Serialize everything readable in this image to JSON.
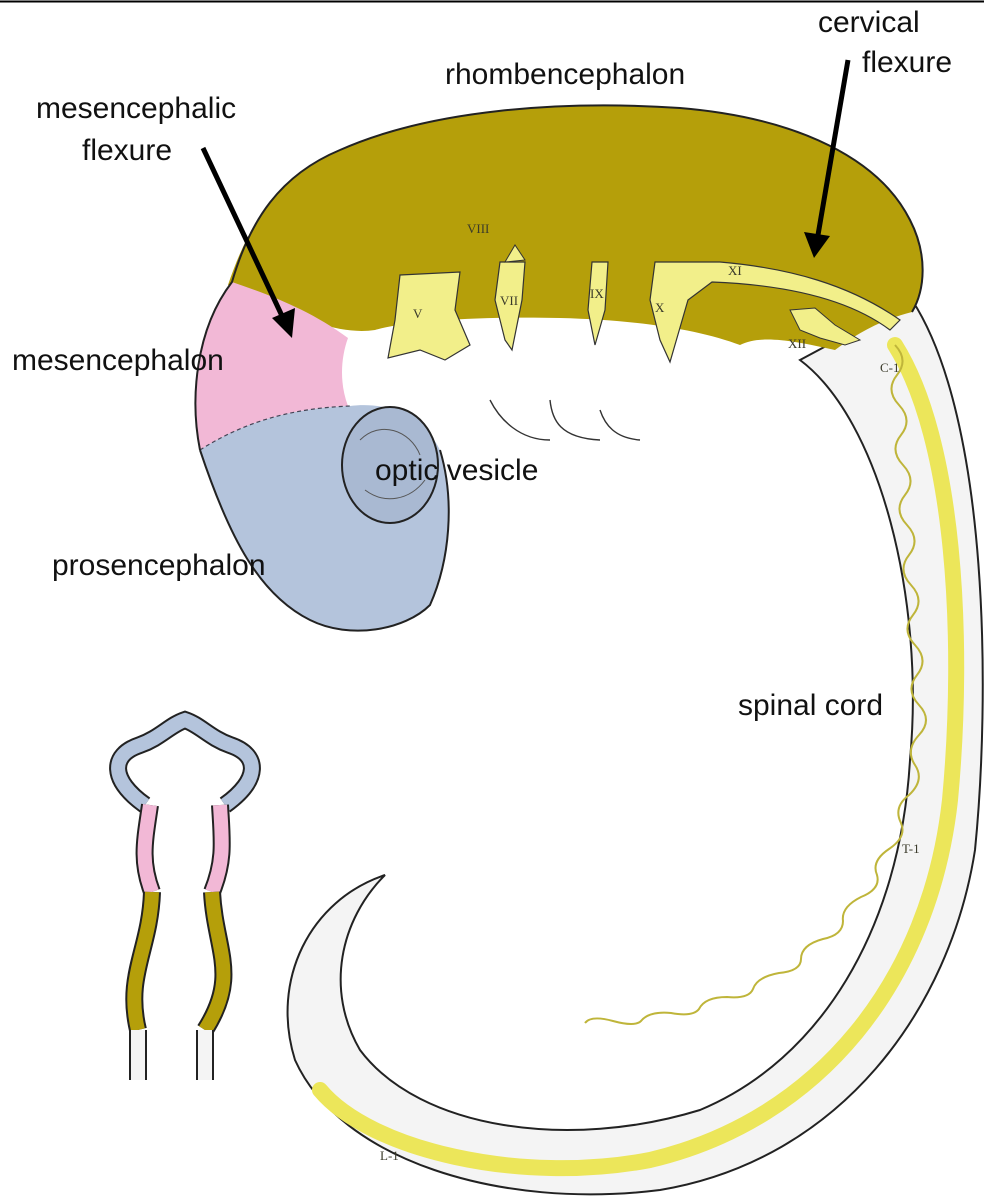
{
  "labels": {
    "rhombencephalon": "rhombencephalon",
    "cervical_line1": "cervical",
    "cervical_line2": "flexure",
    "mes_flex_line1": "mesencephalic",
    "mes_flex_line2": "flexure",
    "mesencephalon": "mesencephalon",
    "optic_vesicle": "optic vesicle",
    "prosencephalon": "prosencephalon",
    "spinal_cord": "spinal cord"
  },
  "nerve_labels": {
    "V": "V",
    "VII": "VII",
    "VIII": "VIII",
    "IX": "IX",
    "X": "X",
    "XI": "XI",
    "XII": "XII"
  },
  "segment_labels": {
    "C1": "C-1",
    "T1": "T-1",
    "L1": "L-1"
  },
  "colors": {
    "rhombencephalon": "#b59f0a",
    "mesencephalon": "#f2b8d6",
    "prosencephalon": "#b4c4dc",
    "nerve": "#f2ef8a",
    "spinal_cord_fill": "#f4f4f4",
    "spinal_canal": "#ece65a"
  }
}
